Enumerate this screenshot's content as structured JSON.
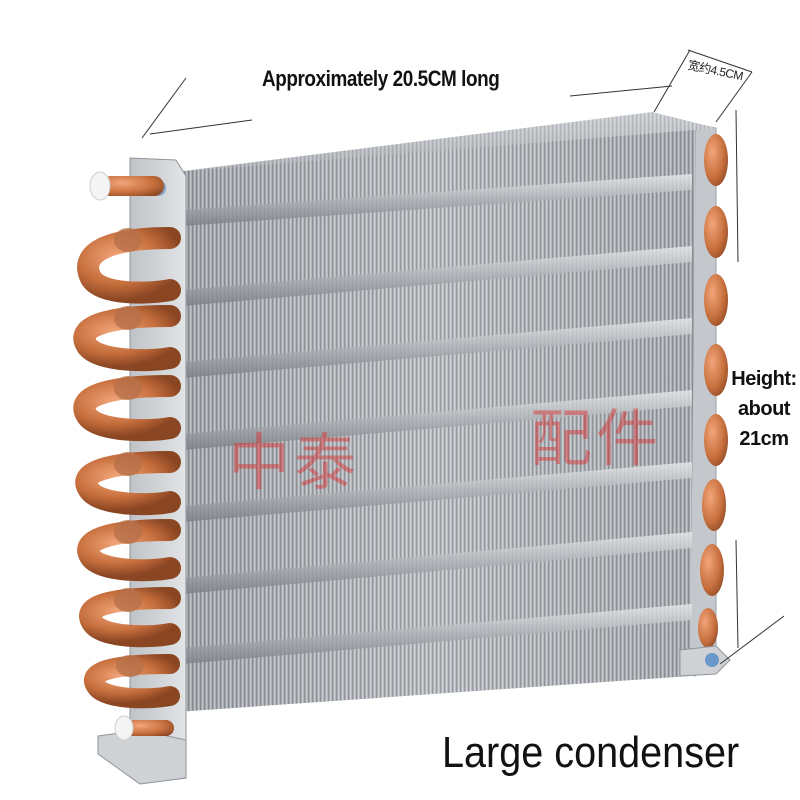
{
  "dimensions": {
    "length_label": "Approximately 20.5CM long",
    "width_label": "宽约4.5CM",
    "height_label_lines": [
      "Height:",
      "about",
      "21cm"
    ]
  },
  "caption": "Large condenser",
  "watermark": {
    "left": "中泰",
    "right": "配件"
  },
  "colors": {
    "copper": "#c8703e",
    "aluminum_fin": "#b9bdc2",
    "watermark": "#dc2828",
    "background": "#ffffff"
  }
}
